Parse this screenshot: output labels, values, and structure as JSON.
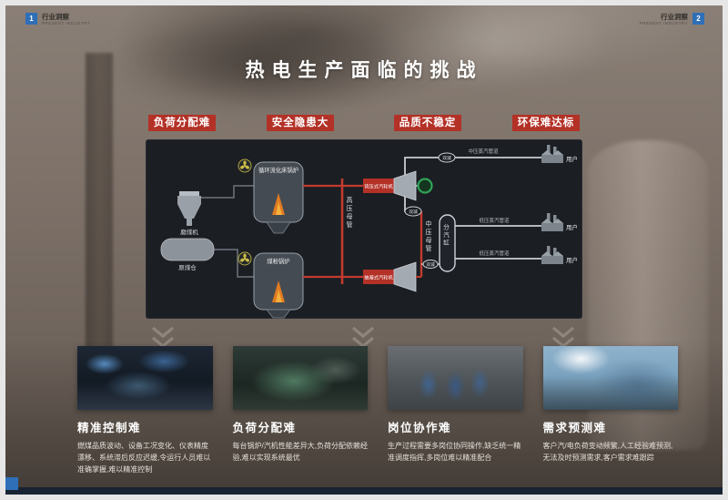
{
  "colors": {
    "accent_red": "#b33127",
    "accent_blue": "#2e6fb7",
    "footer_navy": "#182433",
    "panel_bg": "#1b1e23"
  },
  "header": {
    "title": "热电生产面临的挑战",
    "left_badge": {
      "number": "1",
      "label": "行业洞察",
      "sublabel": "PRESENT INDUSTRY"
    },
    "right_badge": {
      "number": "2",
      "label": "行业洞察",
      "sublabel": "PRESENT INDUSTRY"
    }
  },
  "tags": [
    {
      "label": "负荷分配难"
    },
    {
      "label": "安全隐患大"
    },
    {
      "label": "品质不稳定"
    },
    {
      "label": "环保难达标"
    }
  ],
  "diagram": {
    "mill_label": "磨煤机",
    "bunker_label": "原煤仓",
    "boiler_top_label": "循环流化床锅炉",
    "boiler_bottom_label": "煤粉锅炉",
    "hp_header_label": "高压母管",
    "mp_header_label": "中压母管",
    "turbine_top_label": "背压式汽轮机",
    "turbine_bottom_label": "抽凝式汽轮机",
    "cylinder_label": "分汽缸",
    "valve_top_label": "双减",
    "valve_mid_label": "双减",
    "valve_low_label": "双减",
    "pipe_top_label": "中压蒸汽管道",
    "pipe_mid_label": "低压蒸汽管道",
    "pipe_low_label": "低压蒸汽管道",
    "user_top_label": "用户",
    "user_mid_label": "用户",
    "user_low_label": "用户"
  },
  "cards": [
    {
      "title": "精准控制难",
      "desc": "燃煤品质波动、设备工况变化、仪表精度漂移、系统滞后反应迟缓,令运行人员难以准确掌握,难以精准控制"
    },
    {
      "title": "负荷分配难",
      "desc": "每台锅炉/汽机性能差异大,负荷分配依赖经验,难以实现系统最优"
    },
    {
      "title": "岗位协作难",
      "desc": "生产过程需要多岗位协同操作,缺乏统一精准调度指挥,多岗位难以精准配合"
    },
    {
      "title": "需求预测难",
      "desc": "客户汽/电负荷变动频繁,人工经验难预测,无法及时预测需求,客户需求难跟踪"
    }
  ]
}
